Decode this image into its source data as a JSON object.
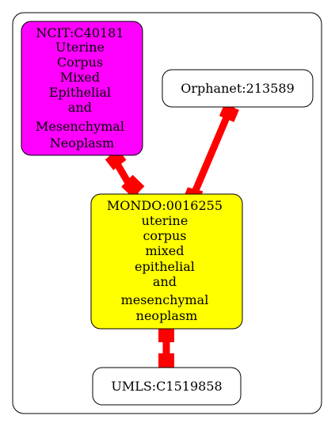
{
  "graph": {
    "nodes": [
      {
        "id": "ncit",
        "lines": [
          "NCIT:C40181",
          "Uterine",
          "Corpus",
          "Mixed",
          "Epithelial",
          "and",
          "Mesenchymal",
          "Neoplasm"
        ],
        "fill": "#ff00ff"
      },
      {
        "id": "orphanet",
        "lines": [
          "Orphanet:213589"
        ],
        "fill": "#ffffff"
      },
      {
        "id": "mondo",
        "lines": [
          "MONDO:0016255",
          "uterine",
          "corpus",
          "mixed",
          "epithelial",
          "and",
          "mesenchymal",
          "neoplasm"
        ],
        "fill": "#ffff00"
      },
      {
        "id": "umls",
        "lines": [
          "UMLS:C1519858"
        ],
        "fill": "#ffffff"
      }
    ],
    "edges": [
      {
        "from": "ncit",
        "to": "mondo",
        "color": "#ff0000"
      },
      {
        "from": "orphanet",
        "to": "mondo",
        "color": "#ff0000"
      },
      {
        "from": "mondo",
        "to": "umls",
        "color": "#ff0000"
      }
    ]
  }
}
